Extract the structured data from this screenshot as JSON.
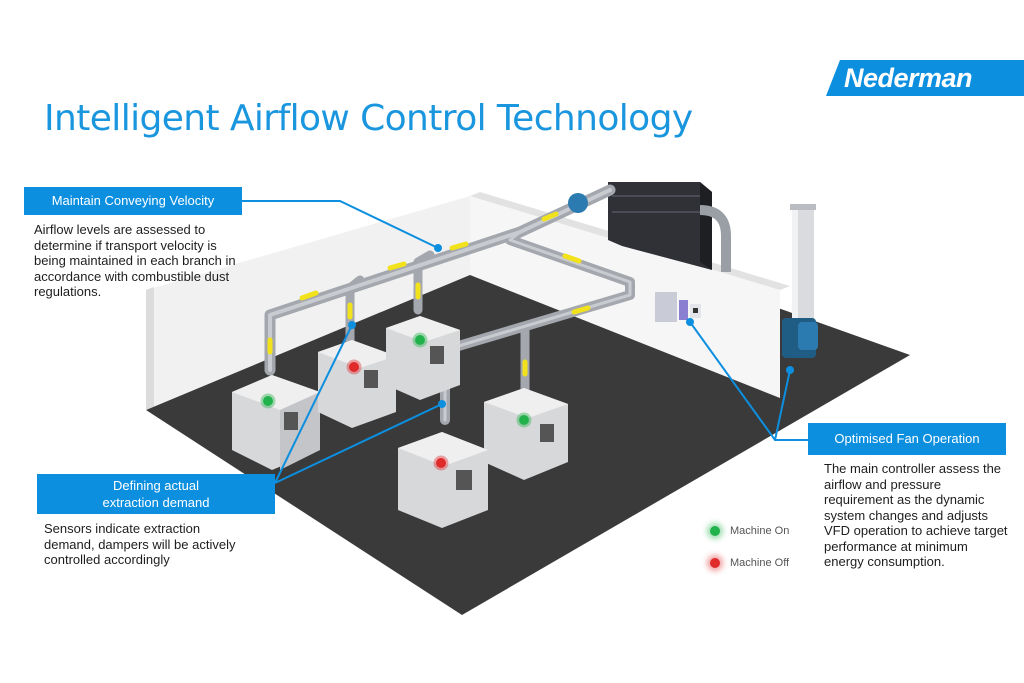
{
  "brand": {
    "logo_text": "Nederman",
    "accent": "#0d8fe0"
  },
  "title": "Intelligent Airflow Control Technology",
  "callouts": {
    "velocity": {
      "heading": "Maintain Conveying Velocity",
      "text": "Airflow levels are assessed to determine if transport velocity is being maintained in each branch in accordance with combustible dust regulations."
    },
    "demand": {
      "heading_line1": "Defining actual",
      "heading_line2": "extraction demand",
      "text": "Sensors indicate extraction demand, dampers will be actively controlled accordingly"
    },
    "fan": {
      "heading": "Optimised Fan Operation",
      "text": "The main controller assess the airflow and pressure requirement as the dynamic system changes and adjusts VFD operation to achieve target performance at minimum energy consumption."
    }
  },
  "legend": {
    "on_label": "Machine On",
    "off_label": "Machine Off",
    "on_color": "#22b24c",
    "off_color": "#e02b2b"
  },
  "machines": [
    {
      "status": "on"
    },
    {
      "status": "off"
    },
    {
      "status": "on"
    },
    {
      "status": "off"
    },
    {
      "status": "on"
    }
  ]
}
